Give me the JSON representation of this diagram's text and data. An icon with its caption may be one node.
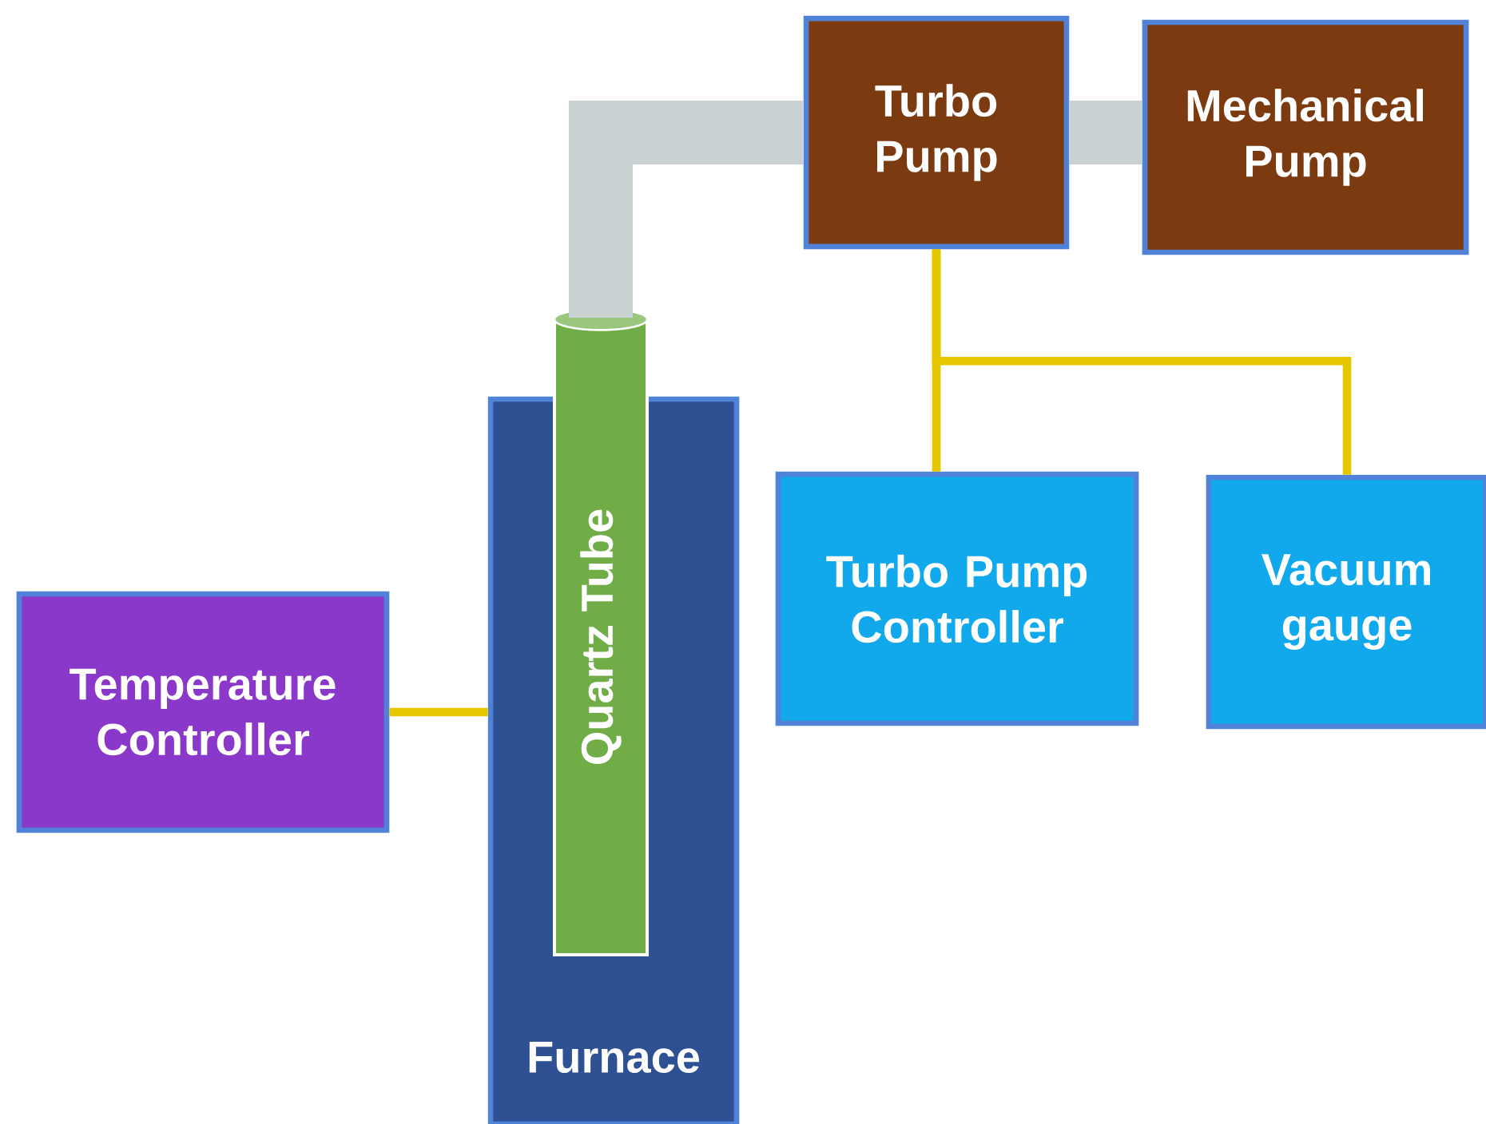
{
  "diagram": {
    "nodes": [
      {
        "text": [
          "Turbo Pump"
        ]
      },
      {
        "text": [
          "Mechanical Pump"
        ]
      },
      {
        "text": [
          "Furnace"
        ]
      },
      {
        "text": [
          "Quartz Tube"
        ],
        "in": 2
      },
      {
        "text": [
          "Turbo Pump Controller"
        ]
      },
      {
        "text": [
          "Vacuum gauge"
        ]
      },
      {
        "text": [
          "Temperature Controller"
        ]
      }
    ],
    "edges": [
      {
        "from": 3,
        "to": 0,
        "arrow": "none",
        "style": "thick",
        "color": "#c9d1d3"
      },
      {
        "from": 0,
        "to": 1,
        "arrow": "none",
        "style": "thick",
        "color": "#c9d1d3"
      },
      {
        "from": 0,
        "to": 4,
        "arrow": "none"
      },
      {
        "from": 0,
        "to": 5,
        "arrow": "none"
      },
      {
        "from": 6,
        "to": 2,
        "arrow": "none"
      }
    ]
  }
}
